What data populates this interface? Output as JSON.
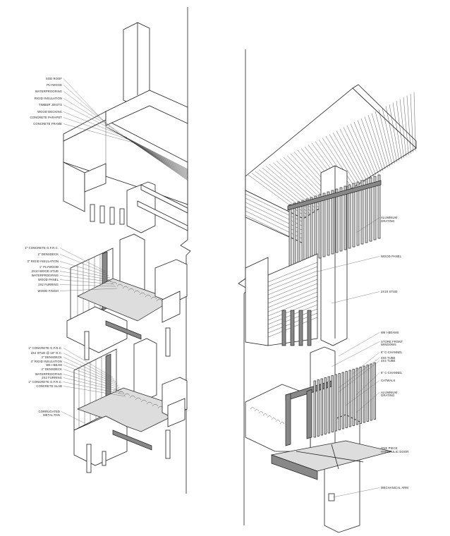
{
  "title": "Wall section axonometric details",
  "left_top_labels": [
    "SOD ROOF",
    "PLYWOOD",
    "WATERPROOFING",
    "RIGID INSULATION",
    "TIMBER JOISTS",
    "WOOD DECKING",
    "CONCRETE PARAPET",
    "CONCRETE FRAME"
  ],
  "left_mid_labels": [
    "1\" CONCRETE G.F.R.C.",
    "2\" DENSDECK",
    "3\" RIGID INSULATION",
    "1\" PLYWOOD",
    "2X10 WOOD STUD",
    "WATERPROOFING",
    "WOOD PANEL",
    "2X2 FURRING",
    "WOOD FINISH"
  ],
  "left_bottom_labels": [
    "1\" CONCRETE G.F.R.C.",
    "2X4 STUD @ 16\" O.C.",
    "2\" DENSDECK",
    "4\" RIGID INSULATION",
    "W6 I-BEAM",
    "2\" DENSDECK",
    "WATERPROOFING",
    "2X2 FURRING",
    "1\" CONCRETE G.F.R.C.",
    "CONCRETE SLAB",
    "CORRUGATED",
    "METAL PAN"
  ],
  "right_labels": [
    "ALUMINUM",
    "GRATING",
    "WOOD PANEL",
    "2X10 STUD",
    "W6 I-BEAMS",
    "STORE FRONT",
    "WINDOWS",
    "6\" C-CHANNEL",
    "4X6 TUBE",
    "4X4 TUBE",
    "6\" C-CHANNEL",
    "CATWALK",
    "ALUMINUM",
    "GRATING",
    "ONE PIECE",
    "HYDRAULIC DOOR",
    "MECHANICAL ARM"
  ]
}
